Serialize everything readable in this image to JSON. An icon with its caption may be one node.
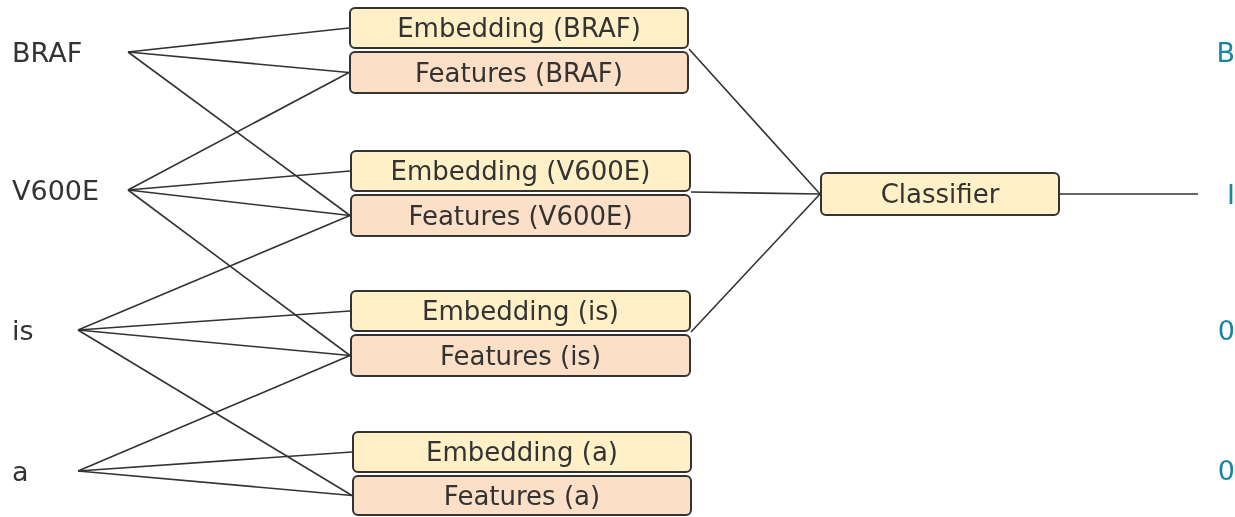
{
  "diagram": {
    "nodes": [
      {
        "text": [
          "BRAF"
        ]
      },
      {
        "text": [
          "V600E"
        ]
      },
      {
        "text": [
          "is"
        ]
      },
      {
        "text": [
          "a"
        ]
      },
      {
        "text": [
          "Embedding (BRAF)"
        ]
      },
      {
        "text": [
          "Features (BRAF)"
        ]
      },
      {
        "text": [
          "Embedding (V600E)"
        ]
      },
      {
        "text": [
          "Features (V600E)"
        ]
      },
      {
        "text": [
          "Embedding (is)"
        ]
      },
      {
        "text": [
          "Features (is)"
        ]
      },
      {
        "text": [
          "Embedding (a)"
        ]
      },
      {
        "text": [
          "Features (a)"
        ]
      },
      {
        "text": [
          "Classifier"
        ]
      },
      {
        "text": [
          "I"
        ]
      }
    ],
    "edges": [
      {
        "from": 0,
        "to": 4,
        "arrow": "none"
      },
      {
        "from": 0,
        "to": 5,
        "arrow": "none"
      },
      {
        "from": 0,
        "to": 7,
        "arrow": "none"
      },
      {
        "from": 1,
        "to": 6,
        "arrow": "none"
      },
      {
        "from": 1,
        "to": 7,
        "arrow": "none"
      },
      {
        "from": 1,
        "to": 5,
        "arrow": "none"
      },
      {
        "from": 1,
        "to": 9,
        "arrow": "none"
      },
      {
        "from": 2,
        "to": 8,
        "arrow": "none"
      },
      {
        "from": 2,
        "to": 9,
        "arrow": "none"
      },
      {
        "from": 2,
        "to": 7,
        "arrow": "none"
      },
      {
        "from": 2,
        "to": 11,
        "arrow": "none"
      },
      {
        "from": 3,
        "to": 10,
        "arrow": "none"
      },
      {
        "from": 3,
        "to": 11,
        "arrow": "none"
      },
      {
        "from": 3,
        "to": 9,
        "arrow": "none"
      },
      {
        "from": 4,
        "to": 12,
        "arrow": "none"
      },
      {
        "from": 6,
        "to": 12,
        "arrow": "none"
      },
      {
        "from": 8,
        "to": 12,
        "arrow": "none"
      },
      {
        "from": 12,
        "to": 13,
        "arrow": "none"
      }
    ],
    "labels": [
      "B",
      "0",
      "0"
    ]
  }
}
